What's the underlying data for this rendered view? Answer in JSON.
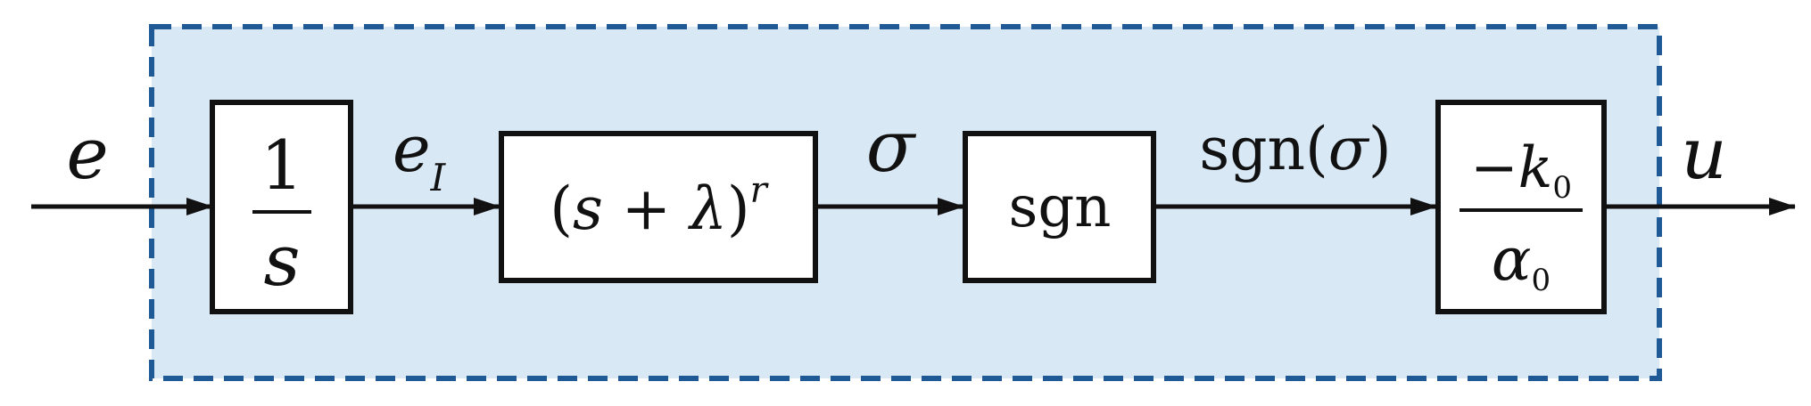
{
  "colors": {
    "region_fill": "#d9e8f5",
    "region_border": "#1f5a96",
    "block_border": "#111111",
    "line": "#111111"
  },
  "signals": {
    "input": "e",
    "e_i_main": "e",
    "e_i_sub": "I",
    "sigma": "σ",
    "sgn_sigma_prefix": "sgn(",
    "sgn_sigma_var": "σ",
    "sgn_sigma_suffix": ")",
    "output": "u"
  },
  "blocks": {
    "integrator": {
      "numerator": "1",
      "denominator": "s"
    },
    "filter": {
      "open": "(",
      "s": "s",
      "plus": " + ",
      "lambda": "λ",
      "close": ")",
      "exponent": "r"
    },
    "sign": {
      "label": "sgn"
    },
    "gain": {
      "minus": "−",
      "k": "k",
      "k_sub": "0",
      "alpha": "α",
      "alpha_sub": "0"
    }
  }
}
